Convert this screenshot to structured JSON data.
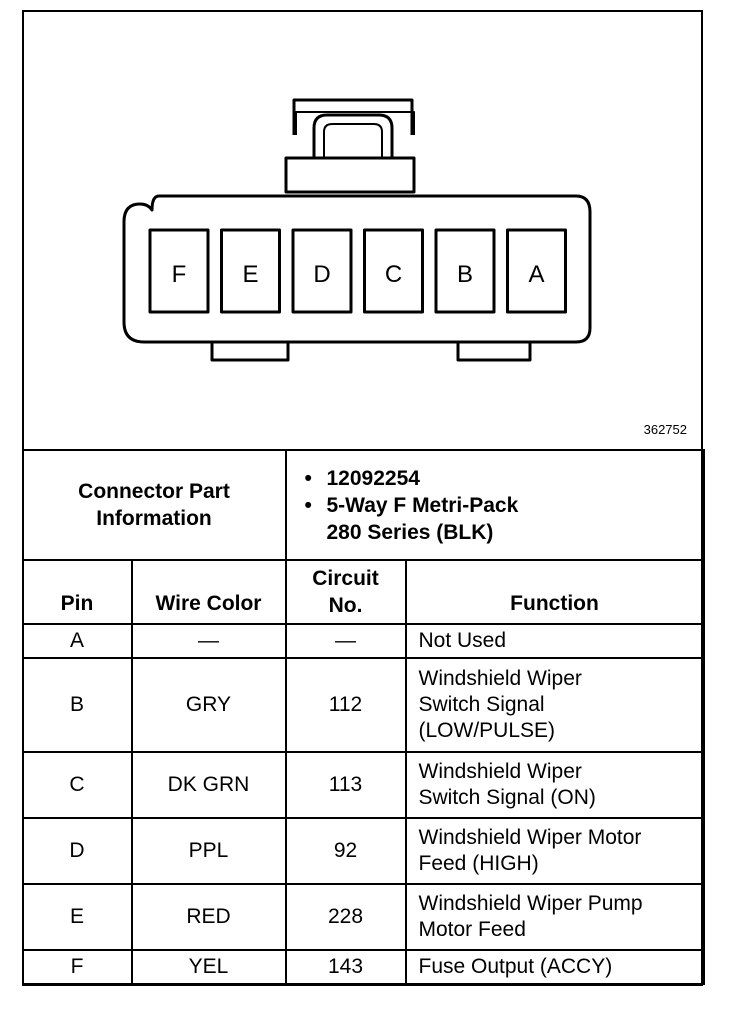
{
  "diagram": {
    "figure_number": "362752",
    "pins": [
      "F",
      "E",
      "D",
      "C",
      "B",
      "A"
    ]
  },
  "connector_info": {
    "label_line1": "Connector Part",
    "label_line2": "Information",
    "items": [
      {
        "line1": "12092254",
        "line2": ""
      },
      {
        "line1": "5-Way F Metri-Pack",
        "line2": "280 Series (BLK)"
      }
    ]
  },
  "table": {
    "headers": {
      "pin": "Pin",
      "wire_color": "Wire Color",
      "circuit_line1": "Circuit",
      "circuit_line2": "No.",
      "function": "Function"
    },
    "rows": [
      {
        "pin": "A",
        "wire_color": "—",
        "circuit": "—",
        "function": [
          "Not Used"
        ]
      },
      {
        "pin": "B",
        "wire_color": "GRY",
        "circuit": "112",
        "function": [
          "Windshield Wiper",
          "Switch Signal",
          "(LOW/PULSE)"
        ]
      },
      {
        "pin": "C",
        "wire_color": "DK GRN",
        "circuit": "113",
        "function": [
          "Windshield Wiper",
          "Switch Signal (ON)"
        ]
      },
      {
        "pin": "D",
        "wire_color": "PPL",
        "circuit": "92",
        "function": [
          "Windshield Wiper Motor",
          "Feed (HIGH)"
        ]
      },
      {
        "pin": "E",
        "wire_color": "RED",
        "circuit": "228",
        "function": [
          "Windshield Wiper Pump",
          "Motor Feed"
        ]
      },
      {
        "pin": "F",
        "wire_color": "YEL",
        "circuit": "143",
        "function": [
          "Fuse Output (ACCY)"
        ]
      }
    ]
  }
}
